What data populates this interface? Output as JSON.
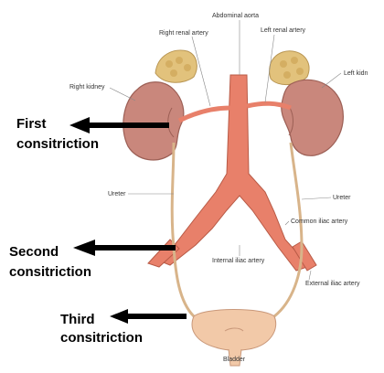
{
  "labels": {
    "abdominal_aorta": "Abdominal aorta",
    "right_renal_artery": "Right renal artery",
    "left_renal_artery": "Left renal artery",
    "right_kidney": "Right kidney",
    "left_kidney": "Left kidn",
    "ureter_left": "Ureter",
    "ureter_right": "Ureter",
    "common_iliac_artery": "Common iliac artery",
    "internal_iliac_artery": "Internal iliac artery",
    "external_iliac_artery": "External iliac artery",
    "bladder": "Bladder"
  },
  "constrictions": {
    "first_line1": "First",
    "first_line2": "consitriction",
    "second_line1": "Second",
    "second_line2": "consitriction",
    "third_line1": "Third",
    "third_line2": "consitriction"
  },
  "colors": {
    "kidney": "#c9877c",
    "adrenal": "#e2c27c",
    "artery": "#e8806a",
    "ureter": "#d8b48a",
    "bladder": "#f2c9a8",
    "arrow": "#000000"
  }
}
